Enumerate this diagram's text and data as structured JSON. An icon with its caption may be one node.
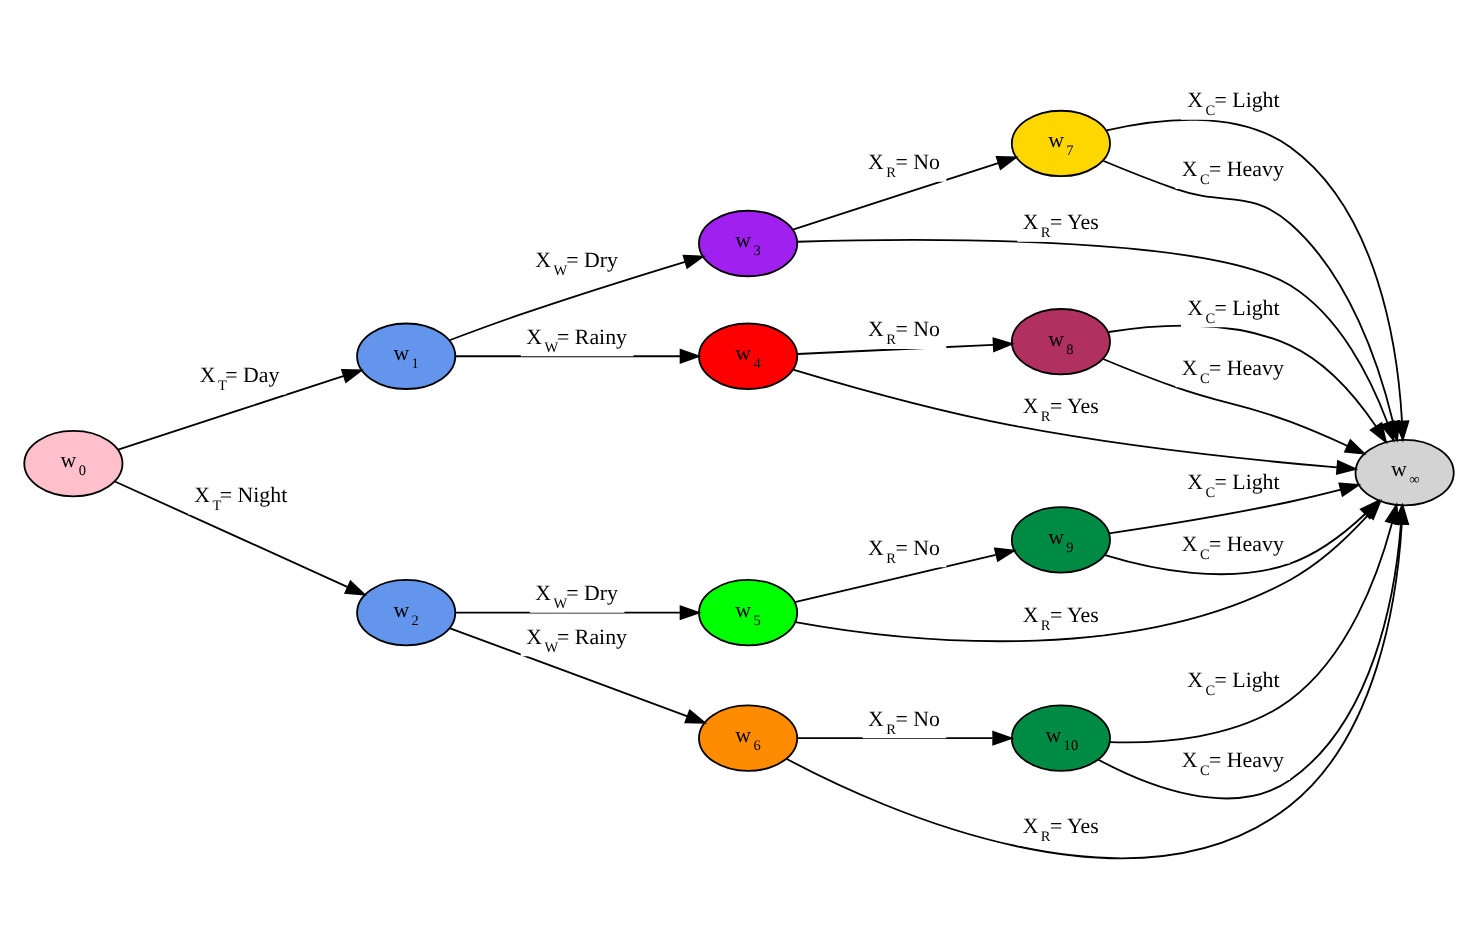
{
  "diagram": {
    "nodes": [
      {
        "text": [
          "w$_{0}$"
        ]
      },
      {
        "text": [
          "w$_{1}$"
        ]
      },
      {
        "text": [
          "w$_{2}$"
        ]
      },
      {
        "text": [
          "w$_{3}$"
        ]
      },
      {
        "text": [
          "w$_{4}$"
        ]
      },
      {
        "text": [
          "w$_{5}$"
        ]
      },
      {
        "text": [
          "w$_{6}$"
        ]
      },
      {
        "text": [
          "w$_{7}$"
        ]
      },
      {
        "text": [
          "w$_{8}$"
        ]
      },
      {
        "text": [
          "w$_{9}$"
        ]
      },
      {
        "text": [
          "w$_{10}$"
        ]
      },
      {
        "text": [
          "w$_{∞}$"
        ]
      }
    ],
    "edges": [
      {
        "from": 0,
        "to": 1,
        "arrow": "to",
        "label": "X$_{T}$= Day"
      },
      {
        "from": 0,
        "to": 2,
        "arrow": "to",
        "label": "X$_{T}$= Night"
      },
      {
        "from": 1,
        "to": 3,
        "arrow": "to",
        "label": "X$_{W}$= Dry"
      },
      {
        "from": 1,
        "to": 4,
        "arrow": "to",
        "label": "X$_{W}$= Rainy"
      },
      {
        "from": 2,
        "to": 5,
        "arrow": "to",
        "label": "X$_{W}$= Dry"
      },
      {
        "from": 2,
        "to": 6,
        "arrow": "to",
        "label": "X$_{W}$= Rainy"
      },
      {
        "from": 3,
        "to": 7,
        "arrow": "to",
        "label": "X$_{R}$= No"
      },
      {
        "from": 3,
        "to": 11,
        "arrow": "to",
        "label": "X$_{R}$= Yes"
      },
      {
        "from": 7,
        "to": 11,
        "arrow": "to",
        "label": "X$_{C}$= Light"
      },
      {
        "from": 7,
        "to": 11,
        "arrow": "to",
        "label": "X$_{C}$= Heavy"
      },
      {
        "from": 4,
        "to": 8,
        "arrow": "to",
        "label": "X$_{R}$= No"
      },
      {
        "from": 4,
        "to": 11,
        "arrow": "to",
        "label": "X$_{R}$= Yes"
      },
      {
        "from": 8,
        "to": 11,
        "arrow": "to",
        "label": "X$_{C}$= Light"
      },
      {
        "from": 8,
        "to": 11,
        "arrow": "to",
        "label": "X$_{C}$= Heavy"
      },
      {
        "from": 5,
        "to": 9,
        "arrow": "to",
        "label": "X$_{R}$= No"
      },
      {
        "from": 5,
        "to": 11,
        "arrow": "to",
        "label": "X$_{R}$= Yes"
      },
      {
        "from": 9,
        "to": 11,
        "arrow": "to",
        "label": "X$_{C}$= Light"
      },
      {
        "from": 9,
        "to": 11,
        "arrow": "to",
        "label": "X$_{C}$= Heavy"
      },
      {
        "from": 6,
        "to": 10,
        "arrow": "to",
        "label": "X$_{R}$= No"
      },
      {
        "from": 6,
        "to": 11,
        "arrow": "to",
        "label": "X$_{R}$= Yes"
      },
      {
        "from": 10,
        "to": 11,
        "arrow": "to",
        "label": "X$_{C}$= Light"
      },
      {
        "from": 10,
        "to": 11,
        "arrow": "to",
        "label": "X$_{C}$= Heavy"
      }
    ]
  }
}
